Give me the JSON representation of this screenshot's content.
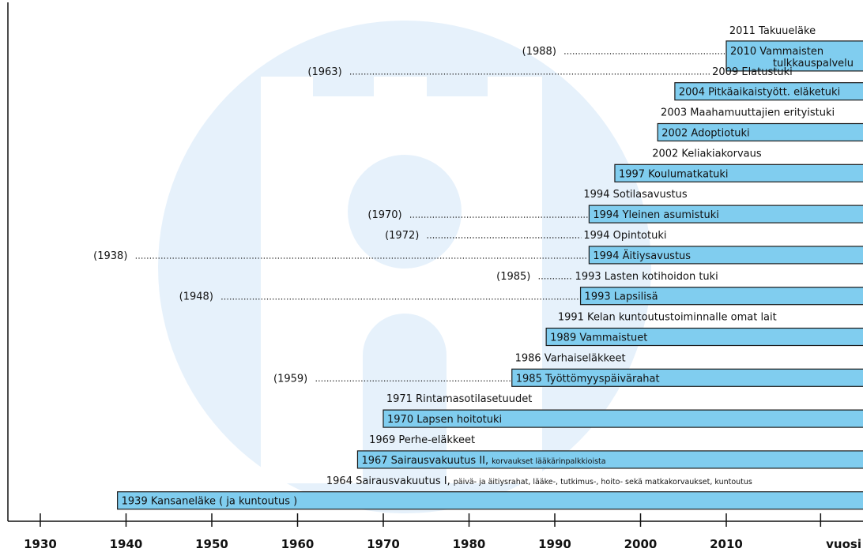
{
  "chart_data": {
    "type": "timeline",
    "x_axis_label": "vuosi",
    "x_ticks": [
      "1930",
      "1940",
      "1950",
      "1960",
      "1970",
      "1980",
      "1990",
      "2000",
      "2010"
    ],
    "colors": {
      "bar_fill": "#80cdef",
      "bar_stroke": "#1a1a1a",
      "watermark": "#e6f1fb",
      "text": "#111111"
    },
    "events": [
      {
        "year": 2011,
        "label": "2011 Takuueläke",
        "bar": false
      },
      {
        "year": 2010,
        "label": "2010 Vammaisten",
        "label2": "tulkkauspalvelu",
        "bar": true,
        "origin": 1988,
        "origin_label": "(1988)"
      },
      {
        "year": 2009,
        "label": "2009 Elatustuki",
        "bar": false,
        "origin": 1963,
        "origin_label": "(1963)"
      },
      {
        "year": 2004,
        "label": "2004 Pitkäaikaistyött. eläketuki",
        "bar": true
      },
      {
        "year": 2003,
        "label": "2003 Maahamuuttajien erityistuki",
        "bar": false
      },
      {
        "year": 2002,
        "label": "2002 Adoptiotuki",
        "bar": true
      },
      {
        "year": 2002,
        "label": "2002 Keliakiakorvaus",
        "bar": false
      },
      {
        "year": 1997,
        "label": "1997 Koulumatkatuki",
        "bar": true
      },
      {
        "year": 1994,
        "label": "1994 Sotilasavustus",
        "bar": false
      },
      {
        "year": 1994,
        "label": "1994 Yleinen asumistuki",
        "bar": true,
        "origin": 1970,
        "origin_label": "(1970)"
      },
      {
        "year": 1994,
        "label": "1994 Opintotuki",
        "bar": false,
        "origin": 1972,
        "origin_label": "(1972)"
      },
      {
        "year": 1994,
        "label": "1994 Äitiysavustus",
        "bar": true,
        "origin": 1938,
        "origin_label": "(1938)"
      },
      {
        "year": 1993,
        "label": "1993 Lasten kotihoidon tuki",
        "bar": false,
        "origin": 1985,
        "origin_label": "(1985)"
      },
      {
        "year": 1993,
        "label": "1993 Lapsilisä",
        "bar": true,
        "origin": 1948,
        "origin_label": "(1948)"
      },
      {
        "year": 1991,
        "label": "1991 Kelan kuntoutustoiminnalle omat lait",
        "bar": false
      },
      {
        "year": 1989,
        "label": "1989 Vammaistuet",
        "bar": true
      },
      {
        "year": 1986,
        "label": "1986 Varhaiseläkkeet",
        "bar": false
      },
      {
        "year": 1985,
        "label": "1985 Työttömyyspäivärahat",
        "bar": true,
        "origin": 1959,
        "origin_label": "(1959)"
      },
      {
        "year": 1971,
        "label": "1971 Rintamasotilasetuudet",
        "bar": false
      },
      {
        "year": 1970,
        "label": "1970 Lapsen hoitotuki",
        "bar": true
      },
      {
        "year": 1969,
        "label": "1969 Perhe-eläkkeet",
        "bar": false
      },
      {
        "year": 1967,
        "label": "1967 Sairausvakuutus II,",
        "small": "korvaukset lääkärinpalkkioista",
        "bar": true
      },
      {
        "year": 1964,
        "label": "1964 Sairausvakuutus I,",
        "small": "päivä- ja äitiysrahat, lääke-, tutkimus-, hoito- sekä matkakorvaukset, kuntoutus",
        "bar": false
      },
      {
        "year": 1939,
        "label": "1939 Kansaneläke ( ja kuntoutus )",
        "bar": true
      }
    ]
  }
}
